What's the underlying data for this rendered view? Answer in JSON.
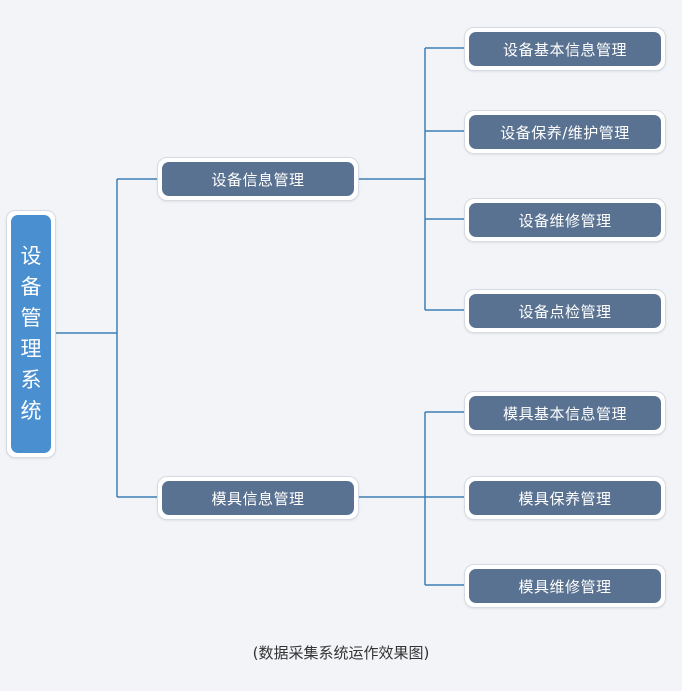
{
  "diagram": {
    "root": {
      "label": "设备管理系统",
      "chars": [
        "设",
        "备",
        "管",
        "理",
        "系",
        "统"
      ]
    },
    "branches": [
      {
        "label": "设备信息管理",
        "children": [
          "设备基本信息管理",
          "设备保养/维护管理",
          "设备维修管理",
          "设备点检管理"
        ]
      },
      {
        "label": "模具信息管理",
        "children": [
          "模具基本信息管理",
          "模具保养管理",
          "模具维修管理"
        ]
      }
    ],
    "caption": "(数据采集系统运作效果图)"
  },
  "colors": {
    "background": "#f2f4f7",
    "root_fill": "#4a8fd0",
    "node_fill": "#5a7291",
    "connector": "#3d7fb5",
    "node_text": "#ffffff"
  }
}
